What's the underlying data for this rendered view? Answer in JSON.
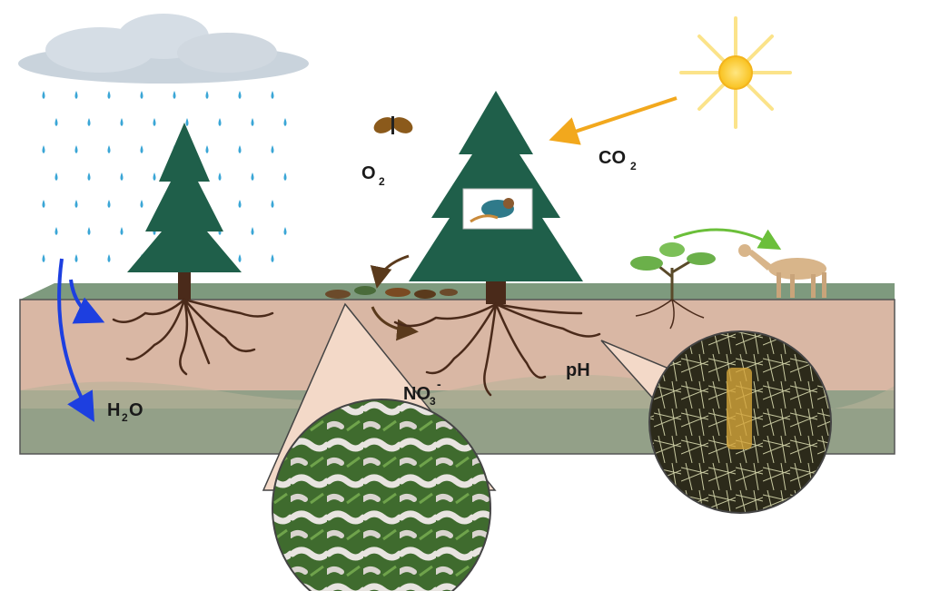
{
  "labels": {
    "o2": "O",
    "o2_sub": "2",
    "co2": "CO",
    "co2_sub": "2",
    "h2o_h": "H",
    "h2o_sub": "2",
    "h2o_o": "O",
    "no3": "NO",
    "no3_sub": "3",
    "no3_sup": "-",
    "ph": "pH"
  },
  "icons": [
    "cloud-icon",
    "rain-icon",
    "sun-icon",
    "butterfly-icon",
    "bird-icon",
    "deer-icon",
    "leaf-litter-icon",
    "shrub-icon"
  ],
  "colors": {
    "soil": "#d9b7a4",
    "soil_dark": "#93a088",
    "grass": "#7e9a7e",
    "tree": "#1f5f4a",
    "roots": "#4a2a1a",
    "water_arrow": "#1d3fe0",
    "sun_arrow": "#f2a81d",
    "deer_arrow": "#6bbf3a",
    "litter_arrow": "#5a3a1c",
    "rain": "#3aa6d6"
  }
}
